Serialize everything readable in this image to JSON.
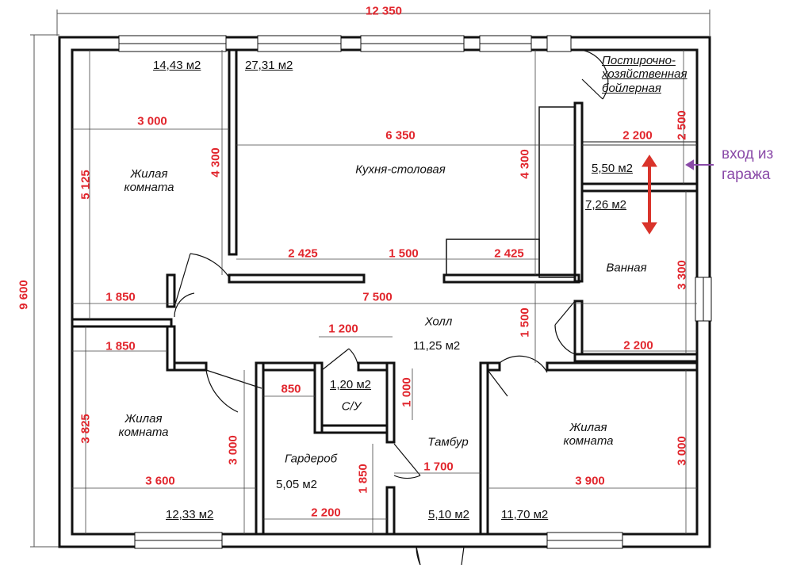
{
  "floorplan": {
    "overall": {
      "width": "12 350",
      "height": "9 600"
    },
    "rooms": {
      "living_nw": {
        "name_line1": "Жилая",
        "name_line2": "комната",
        "area": "14,43 м2"
      },
      "kitchen": {
        "name": "Кухня-столовая",
        "area": "27,31 м2"
      },
      "boiler": {
        "line1": "Постирочно-",
        "line2": "хозяйственная",
        "line3": "бойлерная"
      },
      "entry_small": {
        "area": "5,50 м2"
      },
      "bath": {
        "name": "Ванная",
        "area": "7,26 м2"
      },
      "hall": {
        "name": "Холл",
        "area": "11,25 м2"
      },
      "wc": {
        "name": "С/У",
        "area": "1,20 м2"
      },
      "living_sw": {
        "name_line1": "Жилая",
        "name_line2": "комната",
        "area": "12,33 м2"
      },
      "wardrobe": {
        "name": "Гардероб",
        "area": "5,05 м2"
      },
      "vestibule": {
        "name": "Тамбур",
        "area": "5,10 м2"
      },
      "living_se": {
        "name_line1": "Жилая",
        "name_line2": "комната",
        "area": "11,70 м2"
      }
    },
    "dims": {
      "d3000_top": "3 000",
      "d6350": "6 350",
      "d2200_top": "2 200",
      "d2500": "2 500",
      "d5125": "5 125",
      "d4300_left": "4 300",
      "d4300_right": "4 300",
      "d2425_left": "2 425",
      "d1500_h": "1 500",
      "d2425_right": "2 425",
      "d3300": "3 300",
      "d1850_top": "1 850",
      "d7500": "7 500",
      "d1500_v": "1 500",
      "d1200": "1 200",
      "d2200_bath": "2 200",
      "d1850_mid": "1 850",
      "d1000": "1 000",
      "d850": "850",
      "d3825": "3 825",
      "d3000_ward": "3 000",
      "d1850_v": "1 850",
      "d1700": "1 700",
      "d3000_right": "3 000",
      "d3600": "3 600",
      "d3900": "3 900",
      "d2200_bottom": "2 200"
    },
    "garage_note": {
      "line1": "вход из",
      "line2": "гаража"
    },
    "colors": {
      "dimension": "#e1262d",
      "wall": "#111111",
      "note": "#8a4aa8",
      "arrow": "#d9342b"
    }
  }
}
